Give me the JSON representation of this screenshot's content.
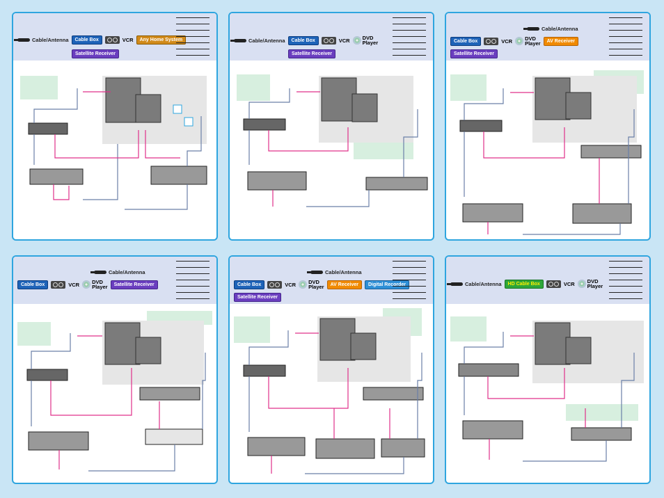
{
  "labels": {
    "cable_antenna": "Cable/Antenna",
    "cable_box": "Cable Box",
    "vcr": "VCR",
    "dvd": "DVD",
    "dvd_player": "Player",
    "satellite_receiver": "Satellite Receiver",
    "home_theater": "Any Home System",
    "av_receiver": "AV Receiver",
    "digital_recorder": "Digital Recorder",
    "hd_cable_box": "HD Cable Box"
  },
  "panels": [
    {
      "id": "p1",
      "devices": [
        "cable_antenna",
        "cable_box",
        "vcr",
        "home_theater",
        "satellite_receiver"
      ]
    },
    {
      "id": "p2",
      "devices": [
        "cable_antenna",
        "cable_box",
        "vcr",
        "dvd",
        "satellite_receiver"
      ]
    },
    {
      "id": "p3",
      "devices": [
        "cable_box",
        "vcr",
        "dvd",
        "av_receiver",
        "satellite_receiver",
        "cable_antenna"
      ]
    },
    {
      "id": "p4",
      "devices": [
        "cable_box",
        "vcr",
        "dvd",
        "satellite_receiver",
        "cable_antenna"
      ]
    },
    {
      "id": "p5",
      "devices": [
        "cable_box",
        "vcr",
        "dvd",
        "av_receiver",
        "digital_recorder",
        "satellite_receiver",
        "cable_antenna"
      ]
    },
    {
      "id": "p6",
      "devices": [
        "cable_antenna",
        "hd_cable_box",
        "vcr",
        "dvd"
      ]
    }
  ],
  "colors": {
    "border": "#2ea5df",
    "header": "#d9e0f2",
    "wire_pink": "#e0308a",
    "wire_gray": "#6a7fa8",
    "note": "#d7efdf"
  }
}
